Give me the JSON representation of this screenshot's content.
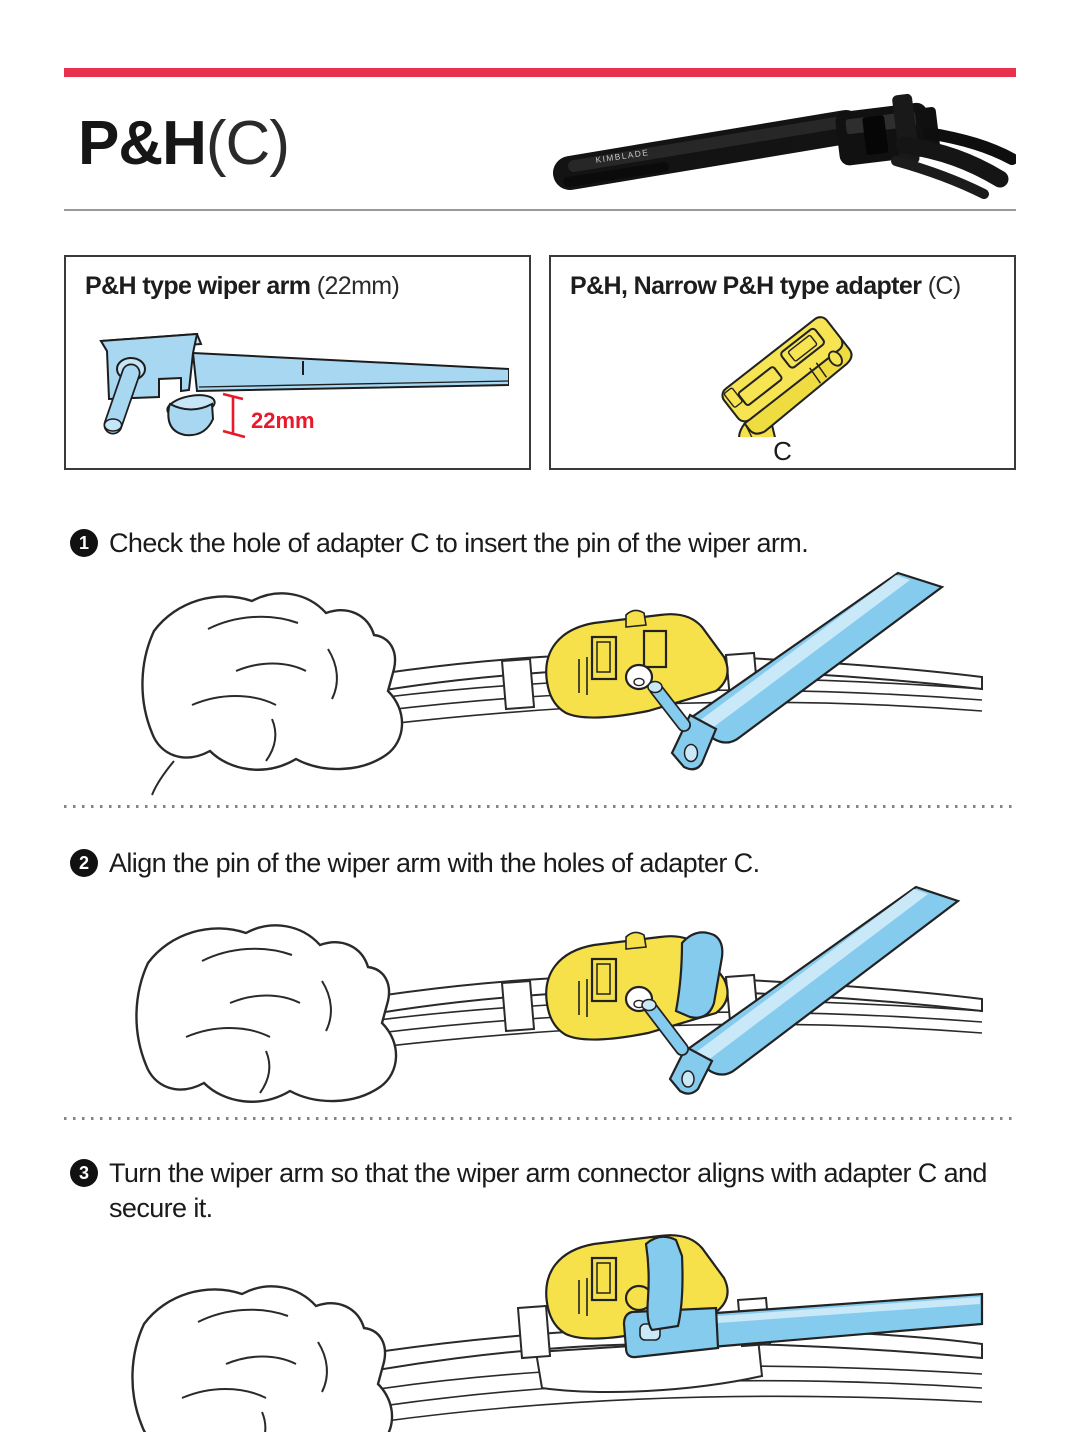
{
  "page": {
    "title_bold": "P&H",
    "title_light": "(C)",
    "product_brand": "KIMBLADE"
  },
  "boxes": {
    "arm": {
      "title_bold": "P&H type wiper arm",
      "title_suffix": " (22mm)",
      "dimension_label": "22mm"
    },
    "adapter": {
      "title_bold": "P&H, Narrow P&H type adapter",
      "title_suffix": " (C)",
      "label": "C"
    }
  },
  "steps": [
    {
      "number": "1",
      "text": "Check the hole of adapter C to insert the pin of the wiper arm."
    },
    {
      "number": "2",
      "text": "Align the pin of the wiper arm with the holes of adapter C."
    },
    {
      "number": "3",
      "text": "Turn the wiper arm so that the wiper arm connector aligns with adapter C and secure it."
    }
  ],
  "colors": {
    "accent_red": "#E8314D",
    "annotation_red": "#E8192C",
    "arm_blue": "#85CBEE",
    "arm_blue_light": "#C9E8F8",
    "adapter_yellow": "#F6E14B",
    "outline_dark": "#222222",
    "divider_gray": "#838383"
  }
}
